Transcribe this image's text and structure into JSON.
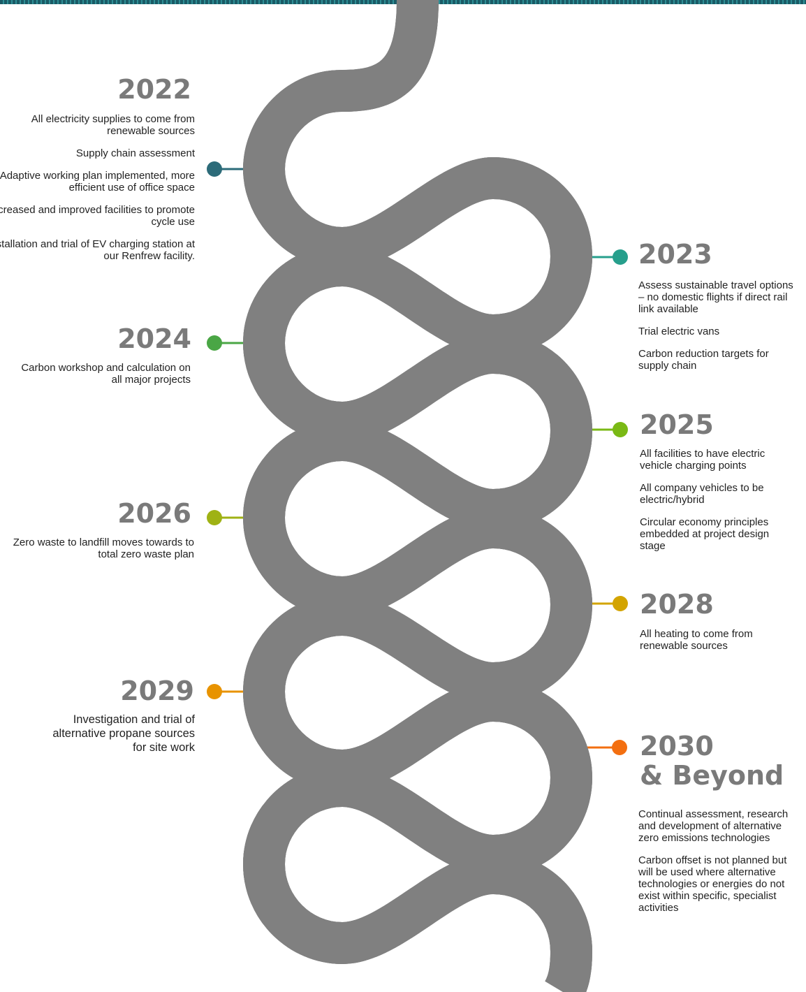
{
  "milestones": [
    {
      "year": "2022",
      "items": [
        "All electricity supplies to come from renewable sources",
        "Supply chain assessment",
        "Adaptive working plan implemented, more efficient use of office space",
        "Increased and improved facilities to promote cycle use",
        "Installation and trial of EV charging station at our Renfrew facility."
      ]
    },
    {
      "year": "2023",
      "items": [
        "Assess sustainable travel options – no domestic flights if direct rail link available",
        "Trial electric vans",
        "Carbon reduction targets for supply chain"
      ]
    },
    {
      "year": "2024",
      "items": [
        "Carbon workshop and calculation on all major projects"
      ]
    },
    {
      "year": "2025",
      "items": [
        "All facilities to have electric vehicle charging points",
        "All company vehicles to be electric/hybrid",
        "Circular economy principles embedded at project design stage"
      ]
    },
    {
      "year": "2026",
      "items": [
        "Zero waste to landfill moves towards to total zero waste plan"
      ]
    },
    {
      "year": "2028",
      "items": [
        "All heating to come from renewable sources"
      ]
    },
    {
      "year": "2029",
      "items": [
        "Investigation and trial of alternative propane sources for site work"
      ]
    },
    {
      "year": "2030",
      "year_suffix": "& Beyond",
      "items": [
        "Continual assessment, research and development of alternative zero emissions technologies",
        "Carbon offset is not planned but will be used where alternative technologies or energies do not exist within specific, specialist activities"
      ]
    }
  ],
  "colors": {
    "road_top": "#40277a",
    "road_mid_teal": "#2a7f80",
    "road_green": "#3aa860",
    "road_lime": "#7fb51a",
    "road_yellow": "#c8a800",
    "road_orange": "#ee8700",
    "road_red": "#e23b45",
    "road_border": "#808080",
    "year_text": "#7a7a7a"
  }
}
